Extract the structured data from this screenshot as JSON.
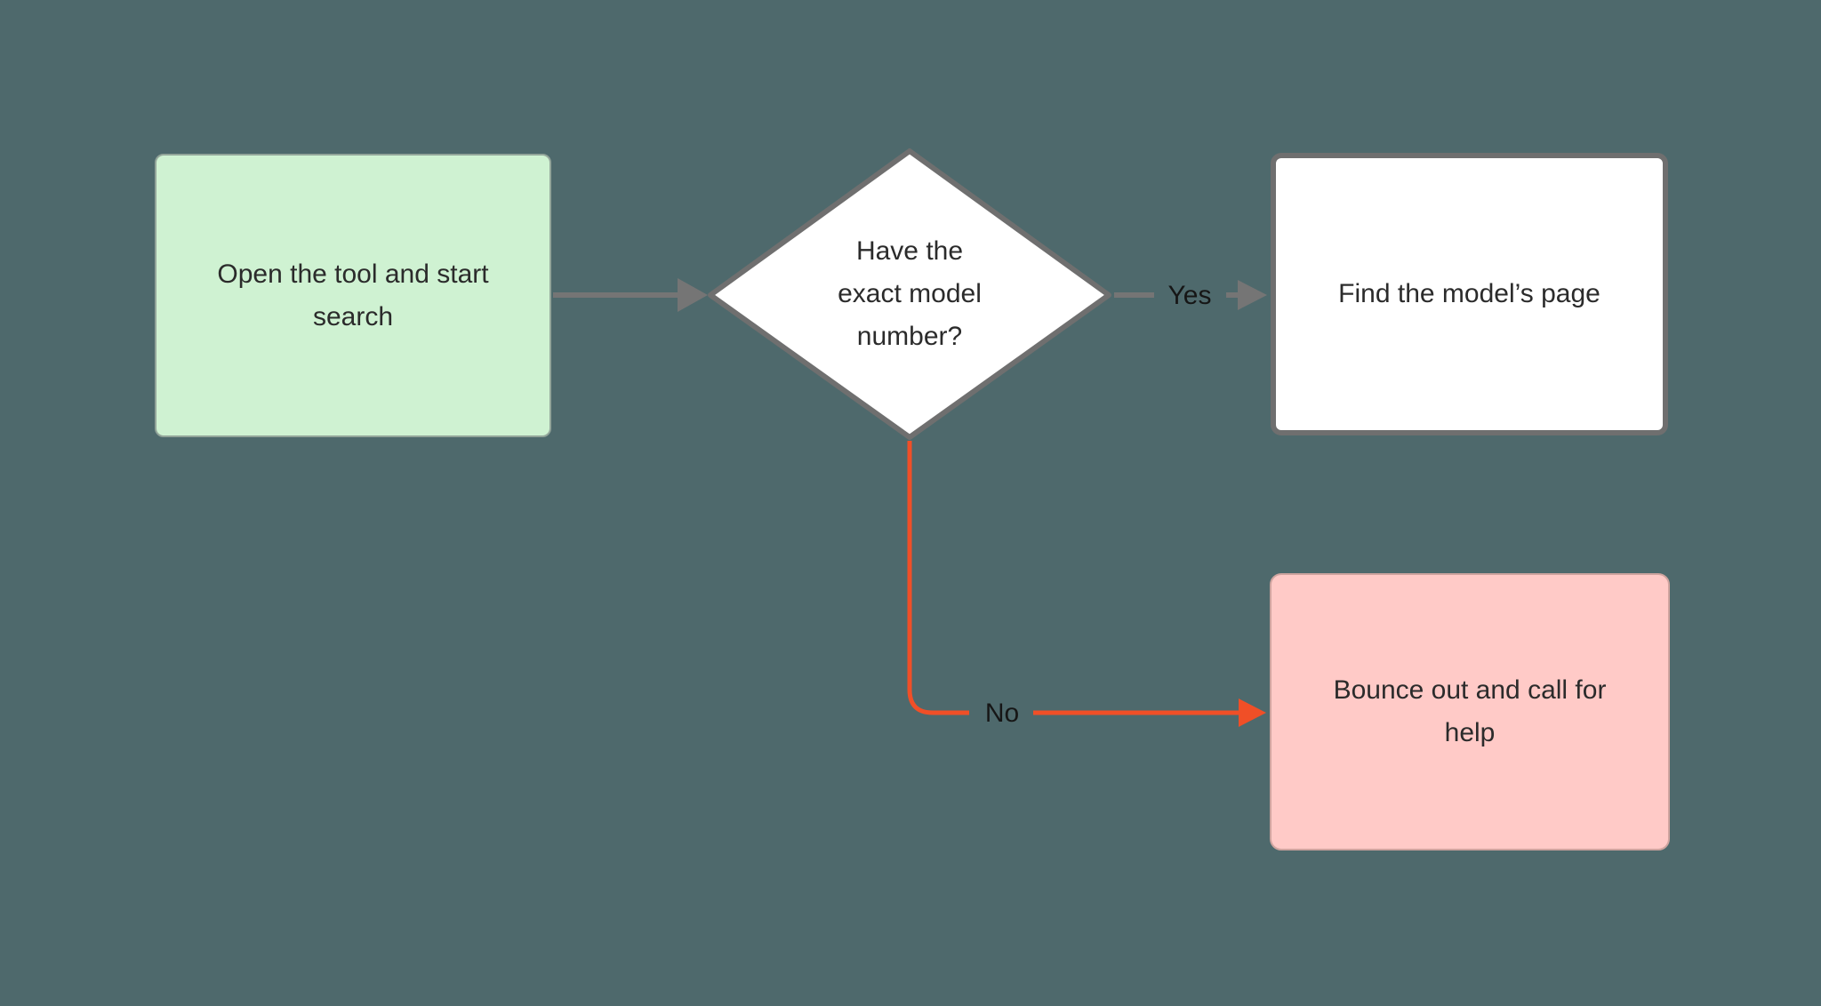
{
  "diagram": {
    "type": "flowchart",
    "nodes": {
      "start": {
        "label": "Open the tool and start search",
        "shape": "rectangle",
        "fill": "green"
      },
      "decision": {
        "label": "Have the exact model number?",
        "shape": "diamond",
        "fill": "white"
      },
      "yes_result": {
        "label": "Find the model’s page",
        "shape": "rectangle",
        "fill": "white"
      },
      "no_result": {
        "label": "Bounce out and call for help",
        "shape": "rectangle",
        "fill": "pink"
      }
    },
    "edges": {
      "start_to_decision": {
        "from": "start",
        "to": "decision",
        "label": "",
        "color": "gray"
      },
      "decision_to_yes": {
        "from": "decision",
        "to": "yes_result",
        "label": "Yes",
        "color": "gray"
      },
      "decision_to_no": {
        "from": "decision",
        "to": "no_result",
        "label": "No",
        "color": "red"
      }
    }
  },
  "colors": {
    "background": "#4e696c",
    "box_green_fill": "#cff2d2",
    "box_green_border": "#93a59a",
    "box_white_fill": "#ffffff",
    "box_pink_fill": "#ffcac7",
    "box_pink_border": "#cfa49f",
    "node_border_gray": "#6f6f6f",
    "connector_gray": "#757575",
    "connector_red": "#f04f27",
    "text_dark": "#2b2b2b",
    "label_dark": "#161616"
  }
}
